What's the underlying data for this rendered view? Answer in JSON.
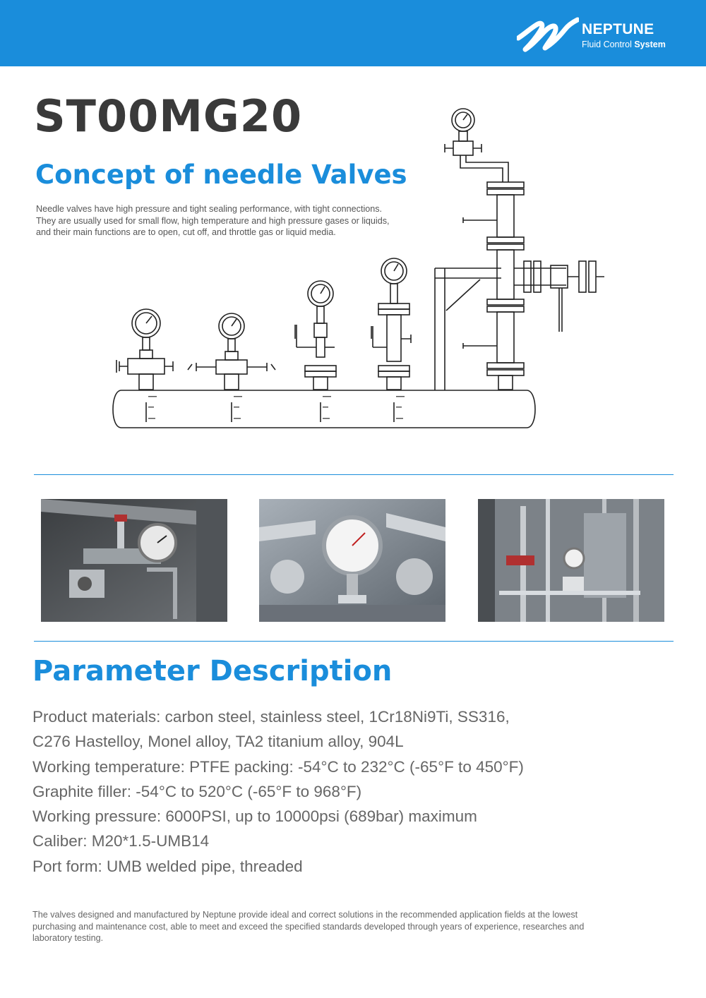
{
  "brand": {
    "name": "NEPTUNE",
    "tagline_regular": "Fluid Control ",
    "tagline_bold": "System",
    "primary_color": "#1a8ddb",
    "logo_icon": "neptune-wave-logo-icon"
  },
  "model": "ST00MG20",
  "concept": {
    "title": "Concept of needle Valves",
    "lines": [
      "Needle valves have high pressure and tight sealing performance, with tight connections.",
      "They are usually used for small flow, high temperature and high pressure gases or liquids,",
      "and their main functions are to open, cut off, and throttle gas or liquid media."
    ]
  },
  "diagram": {
    "icon": "needle-valve-manifold-diagram-icon"
  },
  "photos": [
    {
      "icon": "needle-valve-gauge-photo-icon"
    },
    {
      "icon": "pressure-gauge-pipeline-photo-icon"
    },
    {
      "icon": "instrument-panel-photo-icon"
    }
  ],
  "parameters": {
    "title": "Parameter Description",
    "lines": [
      "Product materials: carbon steel, stainless steel, 1Cr18Ni9Ti, SS316,",
      "C276 Hastelloy, Monel alloy, TA2 titanium alloy, 904L",
      "Working temperature: PTFE packing: -54°C to 232°C (-65°F to 450°F)",
      "Graphite filler: -54°C to 520°C (-65°F to 968°F)",
      "Working pressure: 6000PSI, up to 10000psi (689bar) maximum",
      "Caliber: M20*1.5-UMB14",
      "Port form: UMB welded pipe, threaded"
    ]
  },
  "footer": {
    "lines": [
      "The valves designed and manufactured by Neptune provide ideal and correct solutions in the recommended application fields at the lowest",
      "purchasing and maintenance cost, able to meet and exceed the specified standards developed through years of experience, researches and",
      "laboratory testing."
    ]
  }
}
